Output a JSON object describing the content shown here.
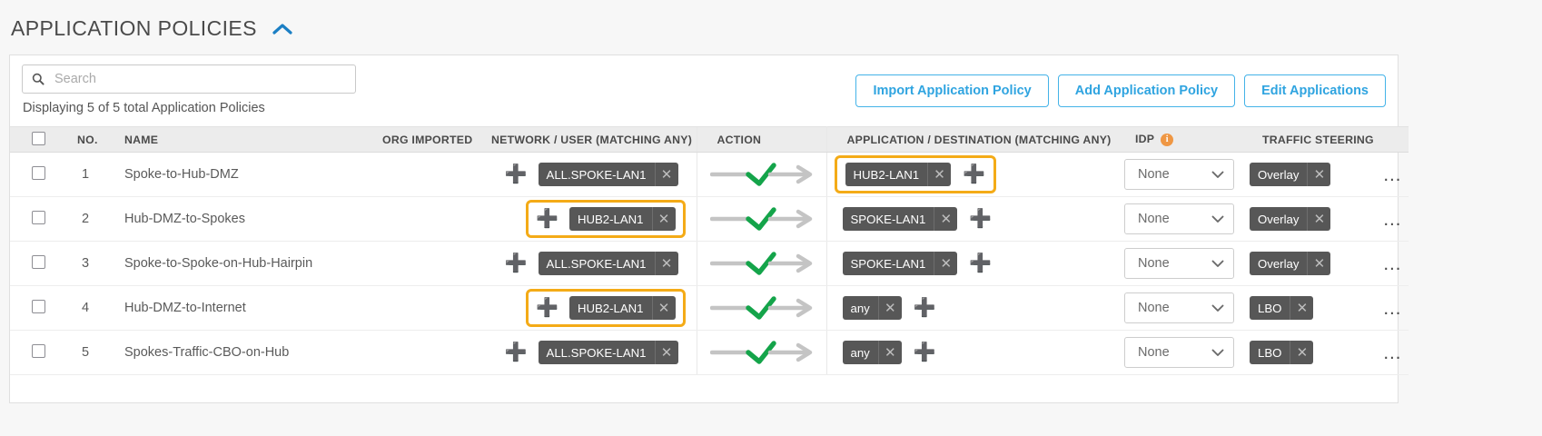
{
  "section": {
    "title": "APPLICATION POLICIES",
    "collapse_icon": "chevron-up-icon"
  },
  "toolbar": {
    "search_placeholder": "Search",
    "search_value": "",
    "search_icon": "search-icon",
    "summary": "Displaying 5 of 5 total Application Policies",
    "buttons": [
      {
        "label": "Import Application Policy",
        "name": "import-application-policy-button"
      },
      {
        "label": "Add Application Policy",
        "name": "add-application-policy-button"
      },
      {
        "label": "Edit Applications",
        "name": "edit-applications-button"
      }
    ]
  },
  "table": {
    "headers": {
      "no": "NO.",
      "name": "NAME",
      "org_imported": "ORG IMPORTED",
      "network_user": "NETWORK / USER (MATCHING ANY)",
      "action": "ACTION",
      "application_destination": "APPLICATION / DESTINATION (MATCHING ANY)",
      "idp": "IDP",
      "idp_info_icon": "info-icon",
      "traffic_steering": "TRAFFIC STEERING"
    },
    "rows": [
      {
        "no": "1",
        "name": "Spoke-to-Hub-DMZ",
        "org_imported": "",
        "network": {
          "chip": "ALL.SPOKE-LAN1",
          "highlighted": false
        },
        "action": "allow-arrow",
        "application": {
          "chip": "HUB2-LAN1",
          "highlighted": true
        },
        "idp": "None",
        "traffic_steering": "Overlay"
      },
      {
        "no": "2",
        "name": "Hub-DMZ-to-Spokes",
        "org_imported": "",
        "network": {
          "chip": "HUB2-LAN1",
          "highlighted": true
        },
        "action": "allow-arrow",
        "application": {
          "chip": "SPOKE-LAN1",
          "highlighted": false
        },
        "idp": "None",
        "traffic_steering": "Overlay"
      },
      {
        "no": "3",
        "name": "Spoke-to-Spoke-on-Hub-Hairpin",
        "org_imported": "",
        "network": {
          "chip": "ALL.SPOKE-LAN1",
          "highlighted": false
        },
        "action": "allow-arrow",
        "application": {
          "chip": "SPOKE-LAN1",
          "highlighted": false
        },
        "idp": "None",
        "traffic_steering": "Overlay"
      },
      {
        "no": "4",
        "name": "Hub-DMZ-to-Internet",
        "org_imported": "",
        "network": {
          "chip": "HUB2-LAN1",
          "highlighted": true
        },
        "action": "allow-arrow",
        "application": {
          "chip": "any",
          "highlighted": false
        },
        "idp": "None",
        "traffic_steering": "LBO"
      },
      {
        "no": "5",
        "name": "Spokes-Traffic-CBO-on-Hub",
        "org_imported": "",
        "network": {
          "chip": "ALL.SPOKE-LAN1",
          "highlighted": false
        },
        "action": "allow-arrow",
        "application": {
          "chip": "any",
          "highlighted": false
        },
        "idp": "None",
        "traffic_steering": "LBO"
      }
    ]
  },
  "colors": {
    "accent_blue": "#2fa4e0",
    "highlight_orange": "#f4ab17",
    "check_green": "#14a44a",
    "chip_gray": "#575757",
    "info_orange": "#ef9744"
  }
}
